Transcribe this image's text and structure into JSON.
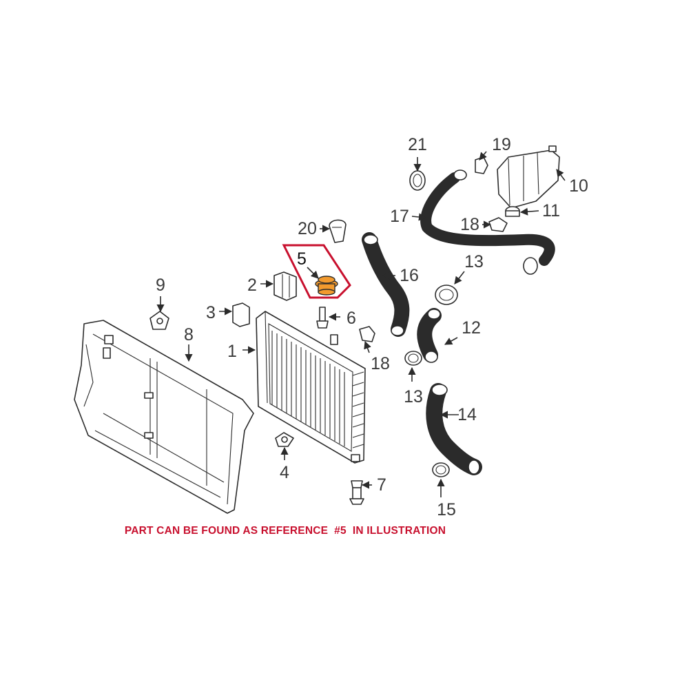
{
  "colors": {
    "line": "#2b2b2b",
    "highlight": "#c8102e",
    "cap_fill": "#f29a2e",
    "label": "#3a3a3a"
  },
  "highlighted_ref": "5",
  "caption": "PART CAN BE FOUND AS REFERENCE  #5  IN ILLUSTRATION",
  "callouts": [
    {
      "id": "1",
      "label": "1"
    },
    {
      "id": "2",
      "label": "2"
    },
    {
      "id": "3",
      "label": "3"
    },
    {
      "id": "4",
      "label": "4"
    },
    {
      "id": "5",
      "label": "5"
    },
    {
      "id": "6",
      "label": "6"
    },
    {
      "id": "7",
      "label": "7"
    },
    {
      "id": "8",
      "label": "8"
    },
    {
      "id": "9",
      "label": "9"
    },
    {
      "id": "10",
      "label": "10"
    },
    {
      "id": "11",
      "label": "11"
    },
    {
      "id": "12",
      "label": "12"
    },
    {
      "id": "13a",
      "label": "13"
    },
    {
      "id": "13b",
      "label": "13"
    },
    {
      "id": "14",
      "label": "14"
    },
    {
      "id": "15",
      "label": "15"
    },
    {
      "id": "16",
      "label": "16"
    },
    {
      "id": "17",
      "label": "17"
    },
    {
      "id": "18a",
      "label": "18"
    },
    {
      "id": "18b",
      "label": "18"
    },
    {
      "id": "19",
      "label": "19"
    },
    {
      "id": "20",
      "label": "20"
    },
    {
      "id": "21",
      "label": "21"
    }
  ]
}
